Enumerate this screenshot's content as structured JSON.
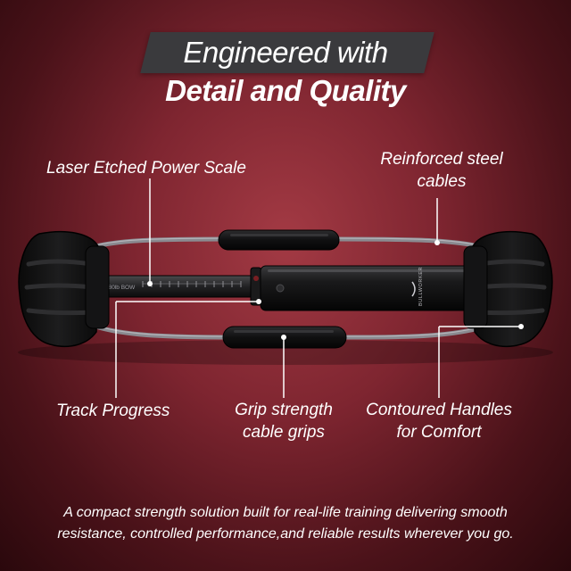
{
  "heading": {
    "line1": "Engineered with",
    "line2": "Detail and Quality"
  },
  "callouts": {
    "laser_scale": "Laser Etched Power Scale",
    "cables_line1": "Reinforced steel",
    "cables_line2": "cables",
    "track_progress": "Track Progress",
    "grip_line1": "Grip strength",
    "grip_line2": "cable grips",
    "handles_line1": "Contoured Handles",
    "handles_line2": "for Comfort"
  },
  "device_markings": {
    "brand": "BULLWORKER",
    "scale_text": "180lb BOW"
  },
  "tagline": {
    "line1": "A compact strength solution built for real-life training delivering smooth",
    "line2": "resistance, controlled performance,and reliable results wherever you go."
  },
  "colors": {
    "background": "#7e2530",
    "banner": "#3a3a3d",
    "text": "#ffffff",
    "device": "#111111"
  }
}
